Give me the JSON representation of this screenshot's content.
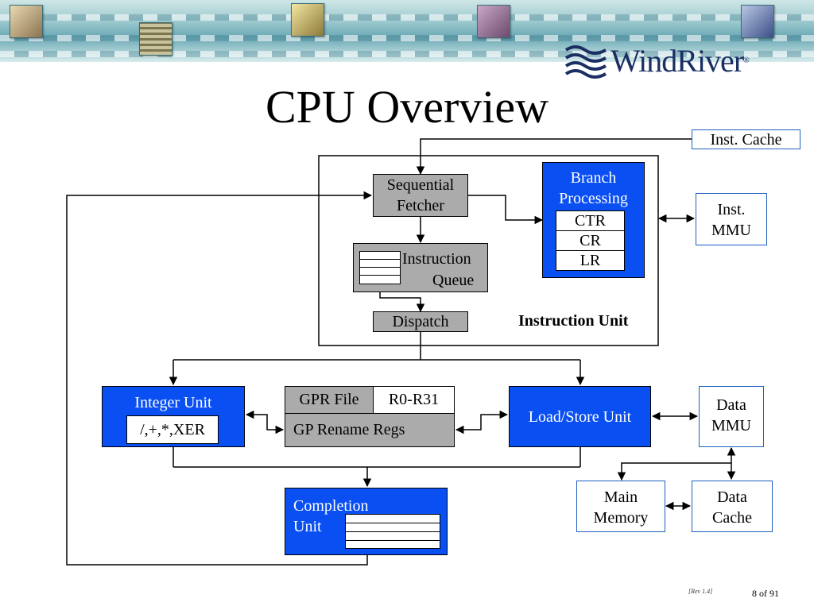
{
  "title": "CPU Overview",
  "brand": "WindRiver",
  "boxes": {
    "inst_cache": "Inst. Cache",
    "sequential_fetcher": [
      "Sequential",
      "Fetcher"
    ],
    "branch_processing": [
      "Branch",
      "Processing"
    ],
    "ctr": "CTR",
    "cr": "CR",
    "lr": "LR",
    "inst_mmu": [
      "Inst.",
      "MMU"
    ],
    "instruction_queue": [
      "Instruction",
      "Queue"
    ],
    "dispatch": "Dispatch",
    "instruction_unit": "Instruction Unit",
    "integer_unit": "Integer Unit",
    "integer_ops": "/,+,*,XER",
    "gpr_file": "GPR File",
    "gpr_range": "R0-R31",
    "gp_rename": "GP Rename Regs",
    "load_store": "Load/Store Unit",
    "data_mmu": [
      "Data",
      "MMU"
    ],
    "completion_unit": [
      "Completion",
      "Unit"
    ],
    "main_memory": [
      "Main",
      "Memory"
    ],
    "data_cache": [
      "Data",
      "Cache"
    ]
  },
  "footer": {
    "rev": "[Rev 1.4]",
    "page": "8 of 91"
  },
  "colors": {
    "unit_blue": "#0a4ff2",
    "box_gray": "#ababab",
    "outline_blue": "#1e5fbf"
  }
}
